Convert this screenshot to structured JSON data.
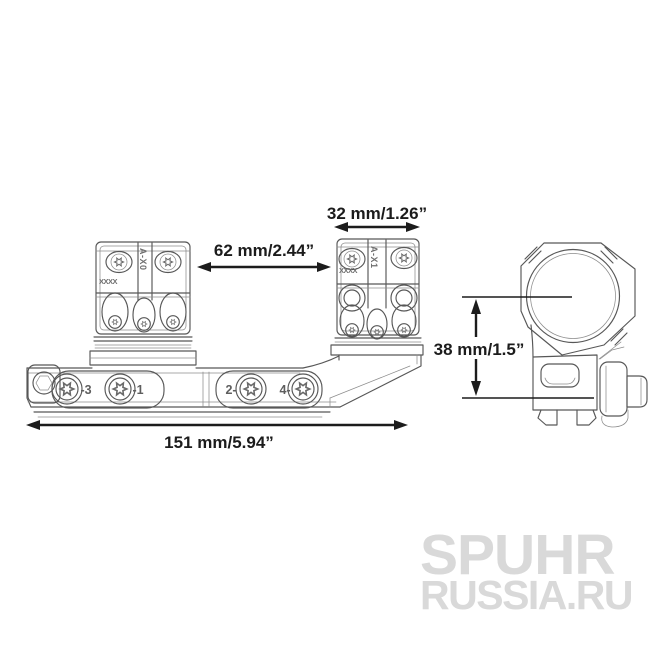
{
  "drawing": {
    "dimensions": {
      "cap_width": "32 mm/1.26”",
      "cap_spacing": "62 mm/2.44”",
      "overall_length": "151 mm/5.94”",
      "center_height": "38 mm/1.5”"
    },
    "markings": {
      "left_cap_code": "A-X0",
      "right_cap_code": "A-X1",
      "left_cap_knurl": "XXXX",
      "right_cap_knurl": "XXXX",
      "base_screw_labels": [
        "-3",
        "-1",
        "2-",
        "4-"
      ]
    },
    "watermark": {
      "line1": "SPUHR",
      "line2": "RUSSIA.RU"
    }
  },
  "colors": {
    "background": "#ffffff",
    "line": "#575757",
    "line_light": "#8c8c8c",
    "dimension": "#1c1c1c",
    "watermark": "#d9d9d9"
  }
}
